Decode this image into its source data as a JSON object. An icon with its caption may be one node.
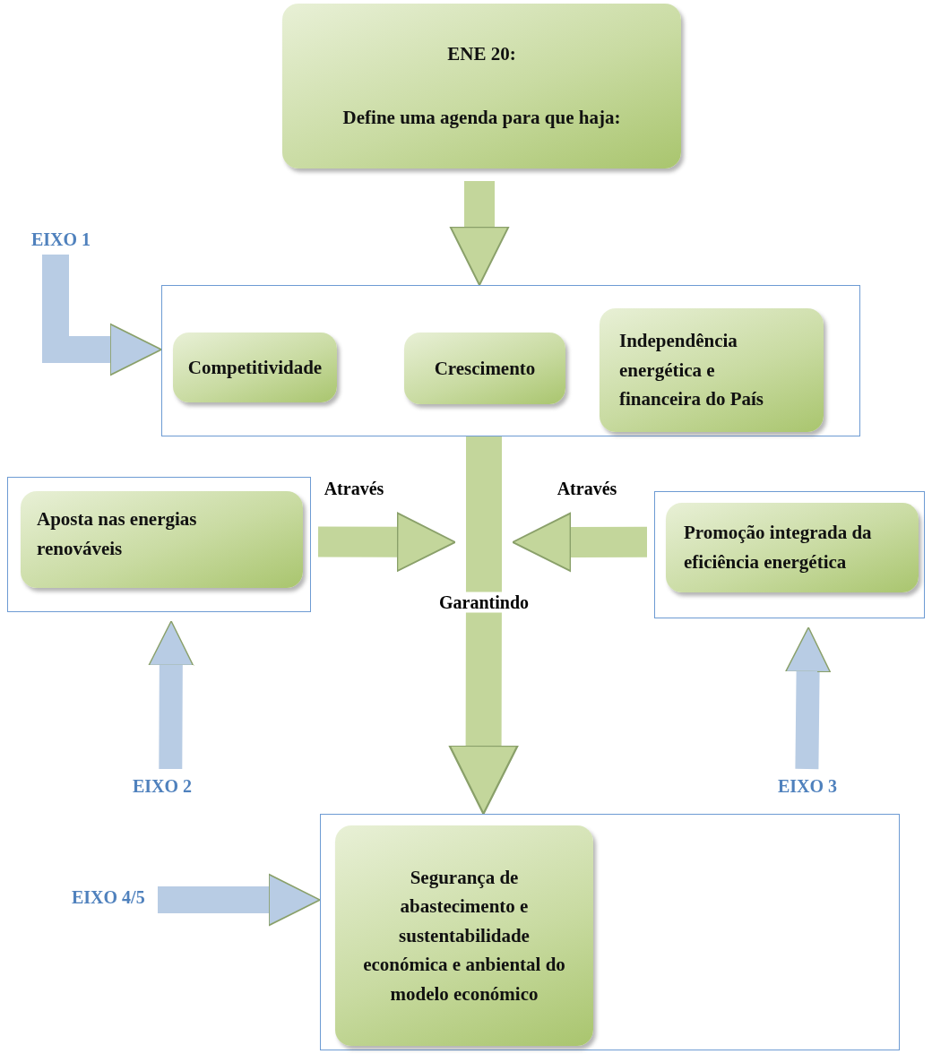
{
  "diagram": {
    "nodes": [
      {
        "text": [
          "ENE 20:",
          "Define uma agenda para que haja:"
        ]
      },
      {
        "text": [],
        "shape": "box"
      },
      {
        "text": [
          "Competitividade"
        ],
        "in": 1
      },
      {
        "text": [
          "Crescimento"
        ],
        "in": 1
      },
      {
        "text": [
          "Independência energética e financeira do País"
        ],
        "in": 1
      },
      {
        "text": [],
        "shape": "box"
      },
      {
        "text": [
          "Aposta nas energias renováveis"
        ],
        "in": 5
      },
      {
        "text": [],
        "shape": "box"
      },
      {
        "text": [
          "Promoção integrada da eficiência energética"
        ],
        "in": 7
      },
      {
        "text": [],
        "shape": "box"
      },
      {
        "text": [
          "Segurança de abastecimento e sustentabilidade económica e anbiental do modelo económico"
        ],
        "in": 9
      },
      {
        "text": [
          "EIXO 1"
        ]
      },
      {
        "text": [
          "EIXO 2"
        ]
      },
      {
        "text": [
          "EIXO 3"
        ]
      },
      {
        "text": [
          "EIXO 4/5"
        ]
      },
      {
        "text": [],
        "shape": "bar"
      }
    ],
    "edges": [
      {
        "from": 0,
        "to": 1,
        "arrow": "to"
      },
      {
        "from": 15,
        "to": 9,
        "arrow": "to",
        "label": "Garantindo"
      },
      {
        "from": 5,
        "to": 15,
        "arrow": "to",
        "label": "Através"
      },
      {
        "from": 7,
        "to": 15,
        "arrow": "to",
        "label": "Através"
      },
      {
        "from": 11,
        "to": 1,
        "arrow": "to",
        "color": "#b8cce4"
      },
      {
        "from": 12,
        "to": 5,
        "arrow": "to",
        "color": "#b8cce4"
      },
      {
        "from": 13,
        "to": 7,
        "arrow": "to",
        "color": "#b8cce4"
      },
      {
        "from": 14,
        "to": 9,
        "arrow": "to",
        "color": "#b8cce4"
      }
    ]
  }
}
